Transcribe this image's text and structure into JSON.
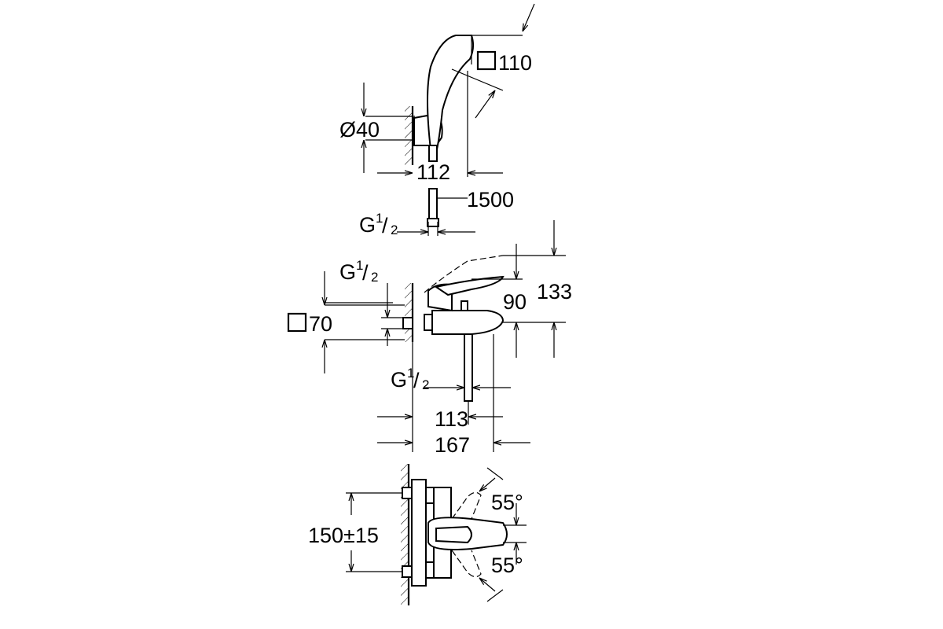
{
  "handshower": {
    "head_size": "110",
    "holder_diameter": "Ø40",
    "projection": "112",
    "hose_length": "1500",
    "hose_thread": {
      "letter": "G",
      "num": "1",
      "den": "2"
    }
  },
  "mixer_side": {
    "inlet_thread": {
      "letter": "G",
      "num": "1",
      "den": "2"
    },
    "escutcheon_size": "70",
    "spout_height": "90",
    "lever_height": "133",
    "outlet_thread": {
      "letter": "G",
      "num": "1",
      "den": "2"
    },
    "outlet_projection": "113",
    "total_projection": "167"
  },
  "mixer_front": {
    "centers": "150±15",
    "angle_up": "55°",
    "angle_down": "55°"
  }
}
